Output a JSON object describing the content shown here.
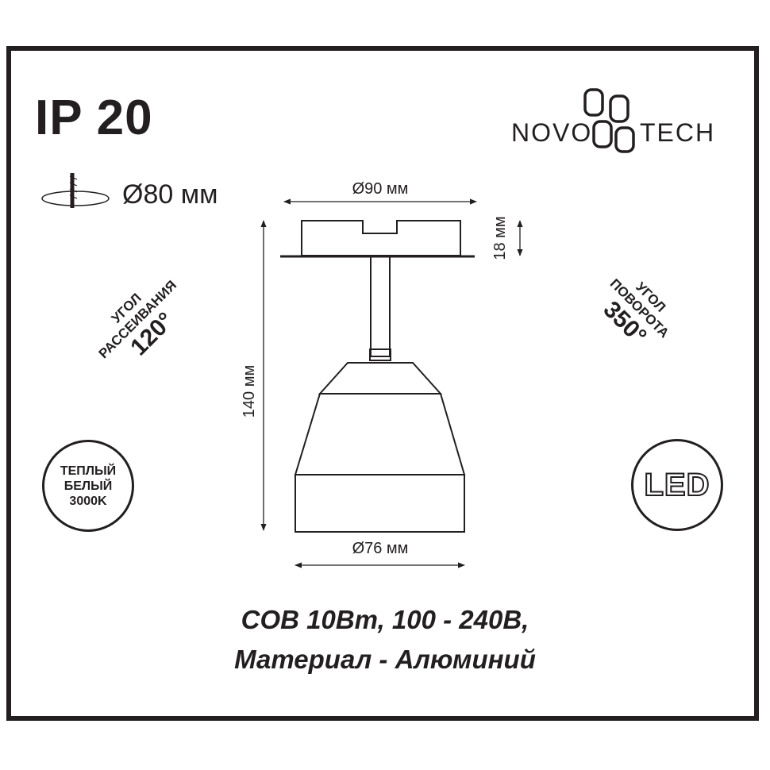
{
  "rating": "IP 20",
  "cutout": {
    "label": "Ø80 мм"
  },
  "brand": {
    "left": "NOVO",
    "right": "TECH"
  },
  "dimensions": {
    "top_diameter": "Ø90 мм",
    "base_height": "18 мм",
    "total_height": "140 мм",
    "bottom_diameter": "Ø76 мм"
  },
  "beam_angle": {
    "line1": "УГОЛ",
    "line2": "РАССЕИВАНИЯ",
    "value": "120°"
  },
  "rotation_angle": {
    "line1": "УГОЛ",
    "line2": "ПОВОРОТА",
    "value": "350°"
  },
  "color_temp": {
    "line1": "ТЕПЛЫЙ",
    "line2": "БЕЛЫЙ",
    "line3": "3000K"
  },
  "led_badge": "LED",
  "specs": {
    "line1": "COB 10Вт, 100 - 240В,",
    "line2": "Материал - Алюминий"
  },
  "colors": {
    "ink": "#231f20",
    "background": "#ffffff"
  }
}
